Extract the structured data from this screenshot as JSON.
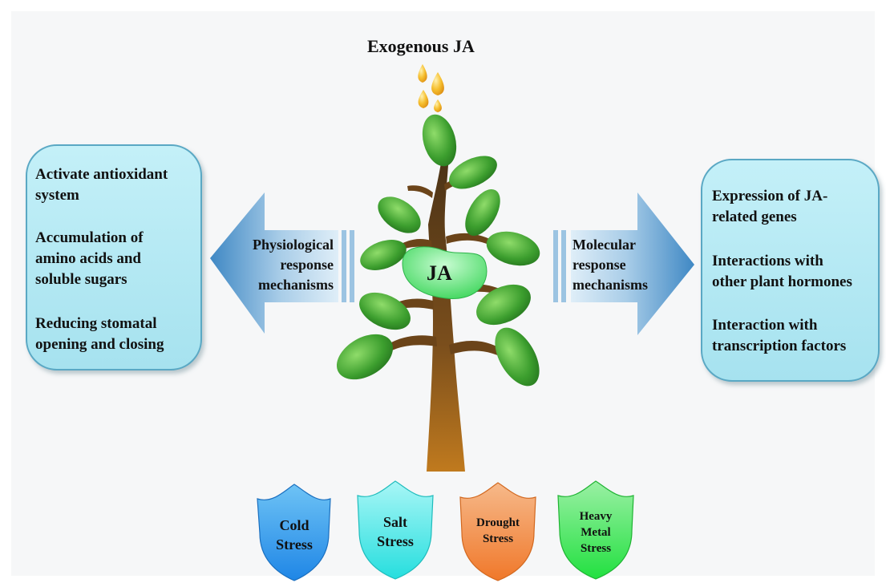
{
  "title": "Exogenous JA",
  "center_label": "JA",
  "left_panel": {
    "items": [
      [
        "Activate antioxidant",
        "system"
      ],
      [
        "Accumulation of",
        "amino acids and",
        "soluble sugars"
      ],
      [
        "Reducing stomatal",
        "opening and closing"
      ]
    ]
  },
  "right_panel": {
    "items": [
      [
        "Expression of JA-",
        "related genes"
      ],
      [
        "Interactions with",
        "other plant hormones"
      ],
      [
        "Interaction with",
        "transcription factors"
      ]
    ]
  },
  "left_arrow": {
    "lines": [
      "Physiological",
      "response",
      "mechanisms"
    ]
  },
  "right_arrow": {
    "lines": [
      "Molecular",
      "response",
      "mechanisms"
    ]
  },
  "stresses": [
    {
      "lines": [
        "Cold",
        "Stress"
      ],
      "color_top": "#6ec3f5",
      "color_bottom": "#1f86e6"
    },
    {
      "lines": [
        "Salt",
        "Stress"
      ],
      "color_top": "#a8f6f6",
      "color_bottom": "#26dede"
    },
    {
      "lines": [
        "Drought",
        "Stress"
      ],
      "color_top": "#f6b98a",
      "color_bottom": "#f0782a"
    },
    {
      "lines": [
        "Heavy",
        "Metal",
        "Stress"
      ],
      "color_top": "#9af0a4",
      "color_bottom": "#22e040"
    }
  ],
  "colors": {
    "panel_fill": "#aee8f2",
    "panel_border": "#4aa6c8",
    "arrow_light": "#cde3f2",
    "arrow_dark": "#3e86c2",
    "leaf": "#3c9e2e",
    "trunk_top": "#4a3216",
    "trunk_bottom": "#b8741c",
    "ja_fill": "#5ee07a",
    "droplet": "#f0a818"
  }
}
